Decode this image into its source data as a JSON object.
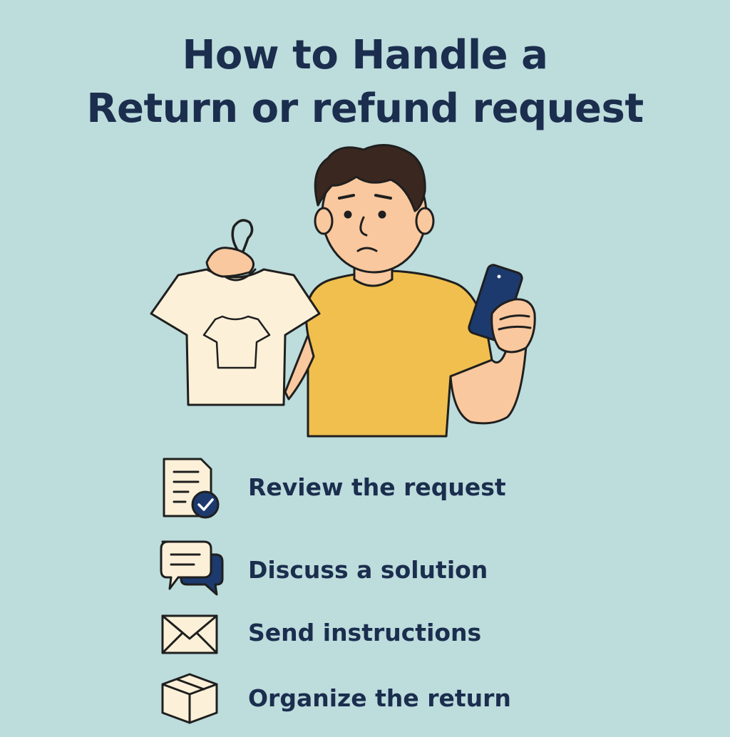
{
  "title": {
    "line1": "How to Handle a",
    "line2": "Return or refund request"
  },
  "colors": {
    "background": "#bddcdc",
    "text": "#1b2e4e",
    "shirt_yellow": "#f0bf4e",
    "cream": "#fcf1d8",
    "skin": "#f9c89e",
    "hair": "#3a2720",
    "phone": "#1c3a6e"
  },
  "steps": [
    {
      "label": "Review the request",
      "icon": "checklist-document-icon"
    },
    {
      "label": "Discuss a solution",
      "icon": "chat-bubbles-icon"
    },
    {
      "label": "Send instructions",
      "icon": "envelope-icon"
    },
    {
      "label": "Organize the return",
      "icon": "box-icon"
    }
  ]
}
